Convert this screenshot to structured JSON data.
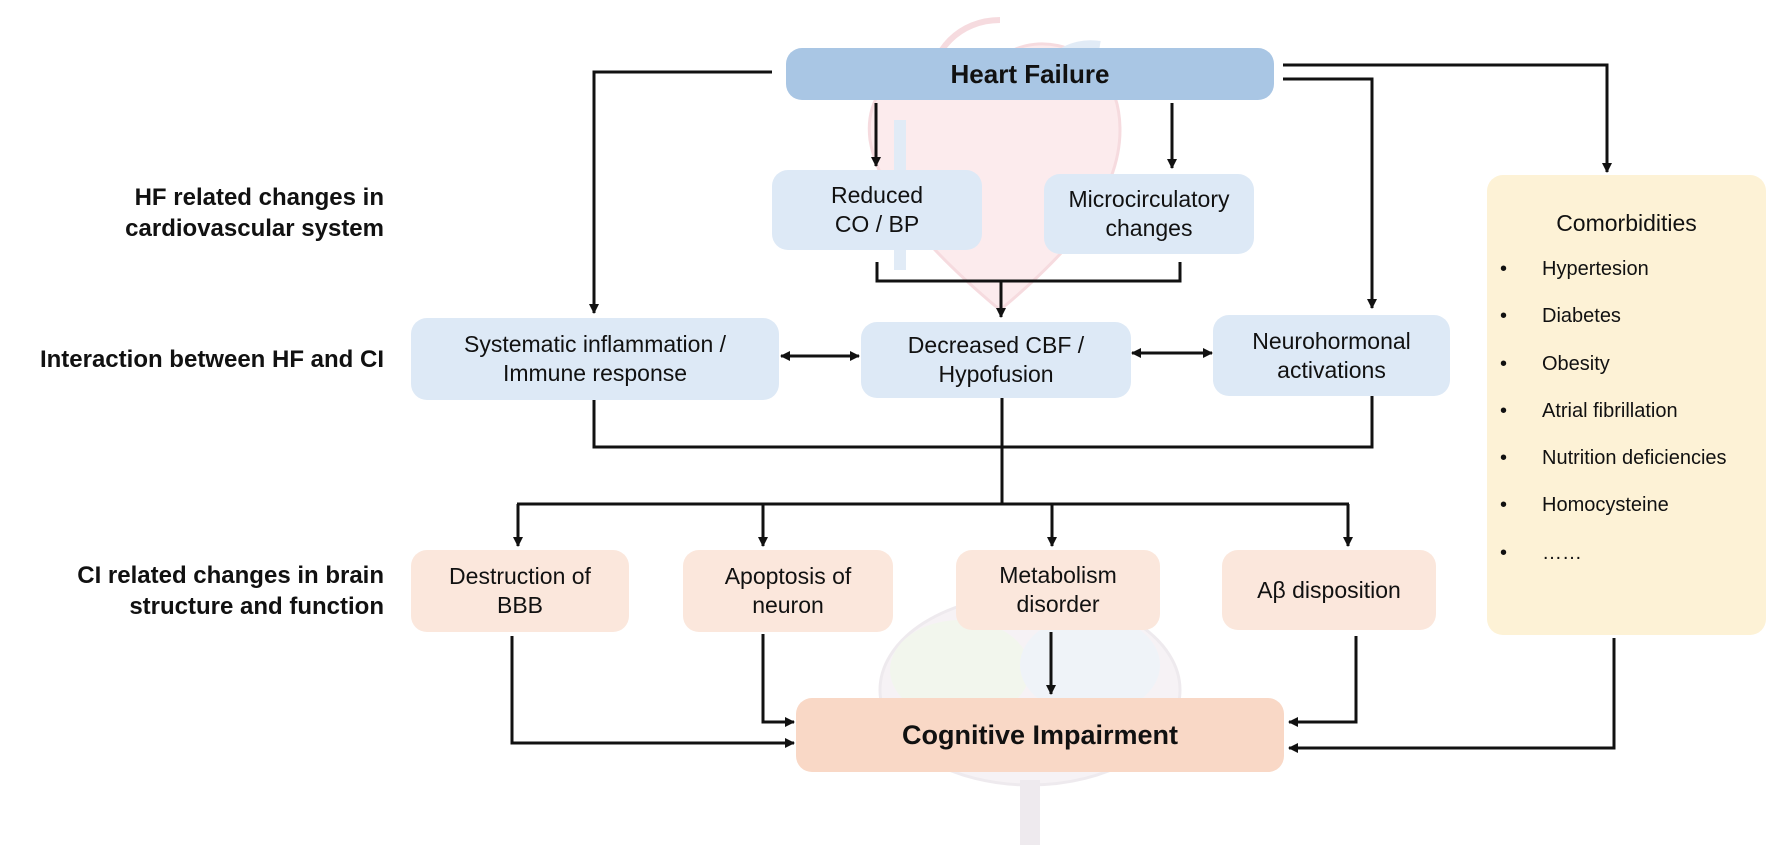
{
  "nodes": {
    "heart_failure": "Heart Failure",
    "reduced_co_bp": [
      "Reduced",
      "CO / BP"
    ],
    "microcirculatory": [
      "Microcirculatory",
      "changes"
    ],
    "inflammation": [
      "Systematic inflammation /",
      "Immune response"
    ],
    "decreased_cbf": [
      "Decreased CBF /",
      "Hypofusion"
    ],
    "neurohormonal": [
      "Neurohormonal",
      "activations"
    ],
    "bbb": [
      "Destruction of",
      "BBB"
    ],
    "apoptosis": [
      "Apoptosis of",
      "neuron"
    ],
    "metabolism": [
      "Metabolism",
      "disorder"
    ],
    "abeta": "Aβ disposition",
    "cognitive": "Cognitive Impairment"
  },
  "row_labels": {
    "hf_cardio": [
      "HF related changes in",
      "cardiovascular system"
    ],
    "interaction": "Interaction between HF and CI",
    "ci_brain": [
      "CI related changes in brain",
      "structure and function"
    ]
  },
  "comorbidities": {
    "title": "Comorbidities",
    "items": [
      "Hypertesion",
      "Diabetes",
      "Obesity",
      "Atrial fibrillation",
      "Nutrition deficiencies",
      "Homocysteine",
      "……"
    ]
  },
  "colors": {
    "hf_box": "#a9c6e4",
    "blue_box": "#dde9f6",
    "peach_box": "#fbe7dc",
    "ci_box": "#f9d8c6",
    "comorbidity_box": "#fdf2d6",
    "connector": "#111111"
  },
  "watermarks": [
    "heart-illustration",
    "brain-illustration"
  ]
}
